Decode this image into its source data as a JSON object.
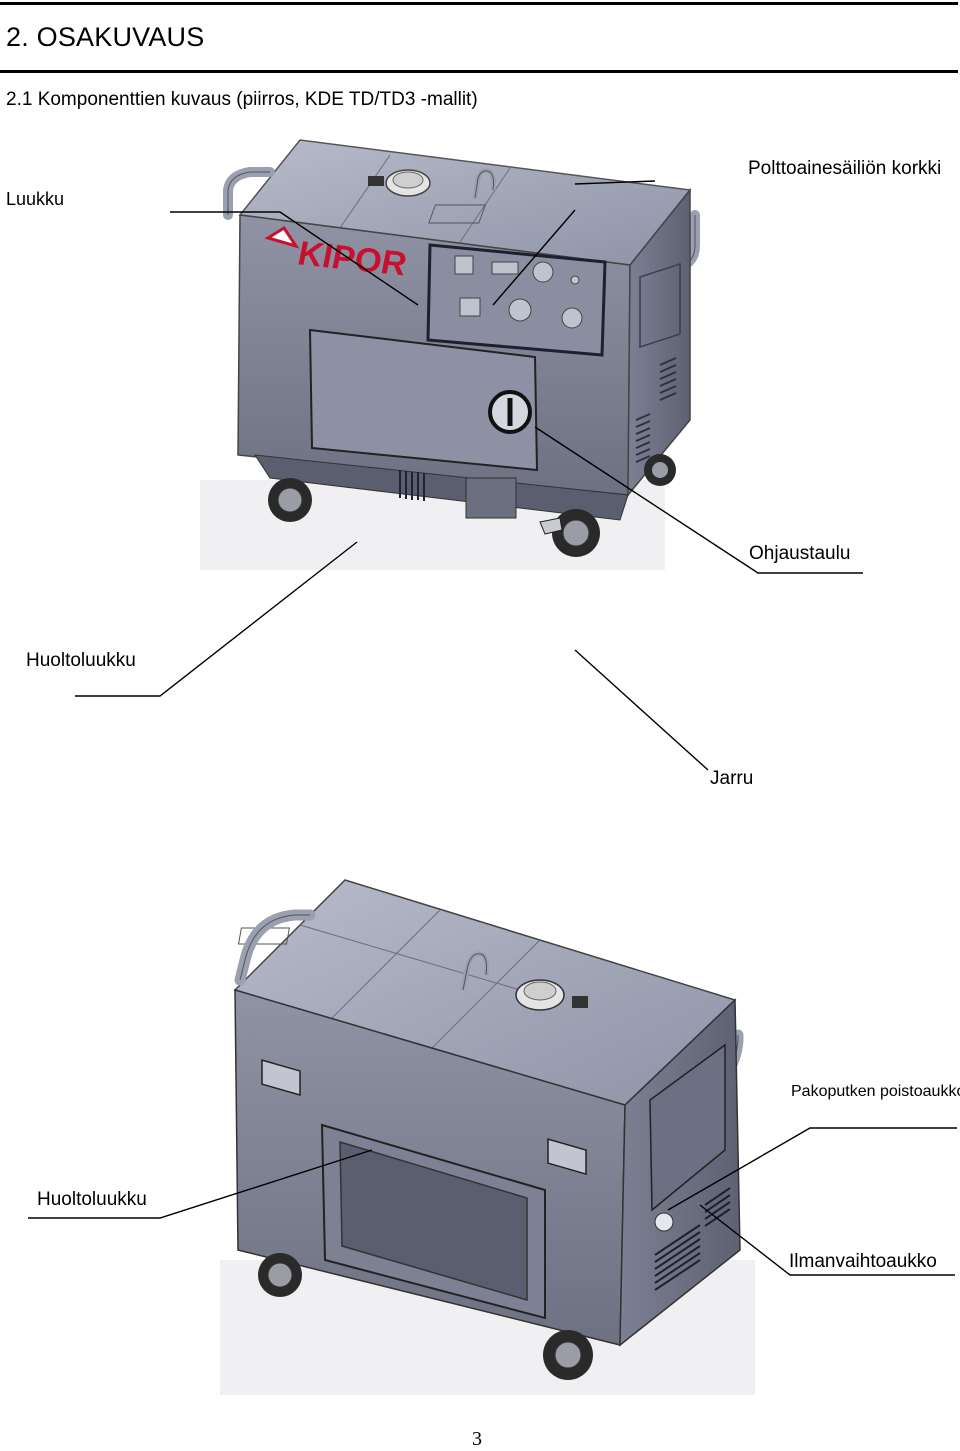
{
  "header": {
    "section_title": "2. OSAKUVAUS",
    "subsection_title": "2.1 Komponenttien kuvaus (piirros, KDE TD/TD3 -mallit)"
  },
  "top_figure": {
    "brand_logo_text": "KIPOR",
    "labels": {
      "luukku": "Luukku",
      "fuel_cap": "Polttoainesäiliön  korkki",
      "control_panel": "Ohjaustaulu",
      "service_hatch": "Huoltoluukku",
      "brake": "Jarru"
    }
  },
  "bottom_figure": {
    "labels": {
      "exhaust": "Pakoputken poistoaukko",
      "service_hatch": "Huoltoluukku",
      "vent": "Ilmanvaihtoaukko"
    }
  },
  "footer": {
    "page_number": "3"
  },
  "colors": {
    "body_gray": "#7a7d8c",
    "panel_light": "#a9adbd",
    "logo_red": "#c8102e"
  }
}
